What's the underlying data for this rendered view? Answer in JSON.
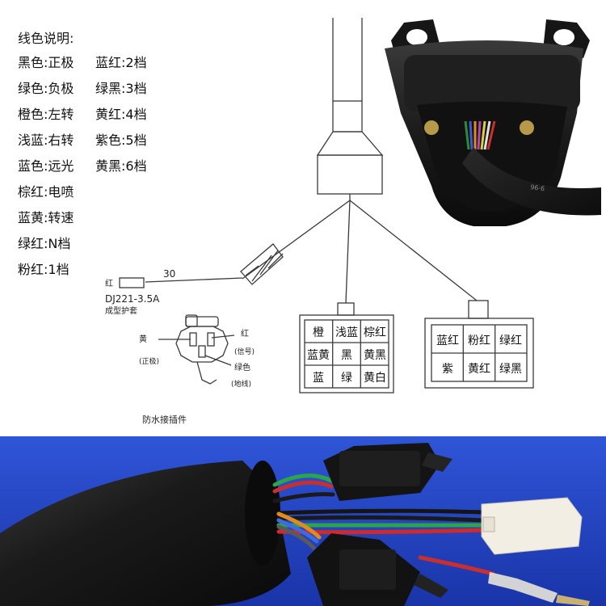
{
  "legend": {
    "title": "线色说明:",
    "col1": [
      {
        "label": "黑色:正极"
      },
      {
        "label": "绿色:负极"
      },
      {
        "label": "橙色:左转"
      },
      {
        "label": "浅蓝:右转"
      },
      {
        "label": "蓝色:远光"
      },
      {
        "label": "棕红:电喷"
      },
      {
        "label": "蓝黄:转速"
      },
      {
        "label": "绿红:N档"
      },
      {
        "label": "粉红:1档"
      }
    ],
    "col2": [
      {
        "label": "蓝红:2档"
      },
      {
        "label": "绿黑:3档"
      },
      {
        "label": "黄红:4档"
      },
      {
        "label": "紫色:5档"
      },
      {
        "label": "黄黑:6档"
      }
    ]
  },
  "diagram": {
    "wire_length": "30",
    "wire_color_label": "红",
    "part_number": "DJ221-3.5A",
    "part_desc": "成型护套",
    "pin_yellow": "黄",
    "pin_yellow_desc": "(正极)",
    "pin_red": "红",
    "pin_red_desc": "(信号)",
    "pin_green": "绿色",
    "pin_green_desc": "(地线)",
    "waterproof_label": "防水接插件",
    "connector_left": [
      "橙",
      "浅蓝",
      "棕红",
      "蓝黄",
      "黑",
      "黄黑",
      "蓝",
      "绿",
      "黄白"
    ],
    "connector_right": [
      "蓝红",
      "粉红",
      "绿红",
      "紫",
      "黄红",
      "绿黑"
    ]
  },
  "photo": {
    "cable_print": "96·6"
  },
  "colors": {
    "line": "#3a3a3a",
    "photo_bg_top": "#2f55d8",
    "photo_bg_bottom": "#1a34a8"
  }
}
